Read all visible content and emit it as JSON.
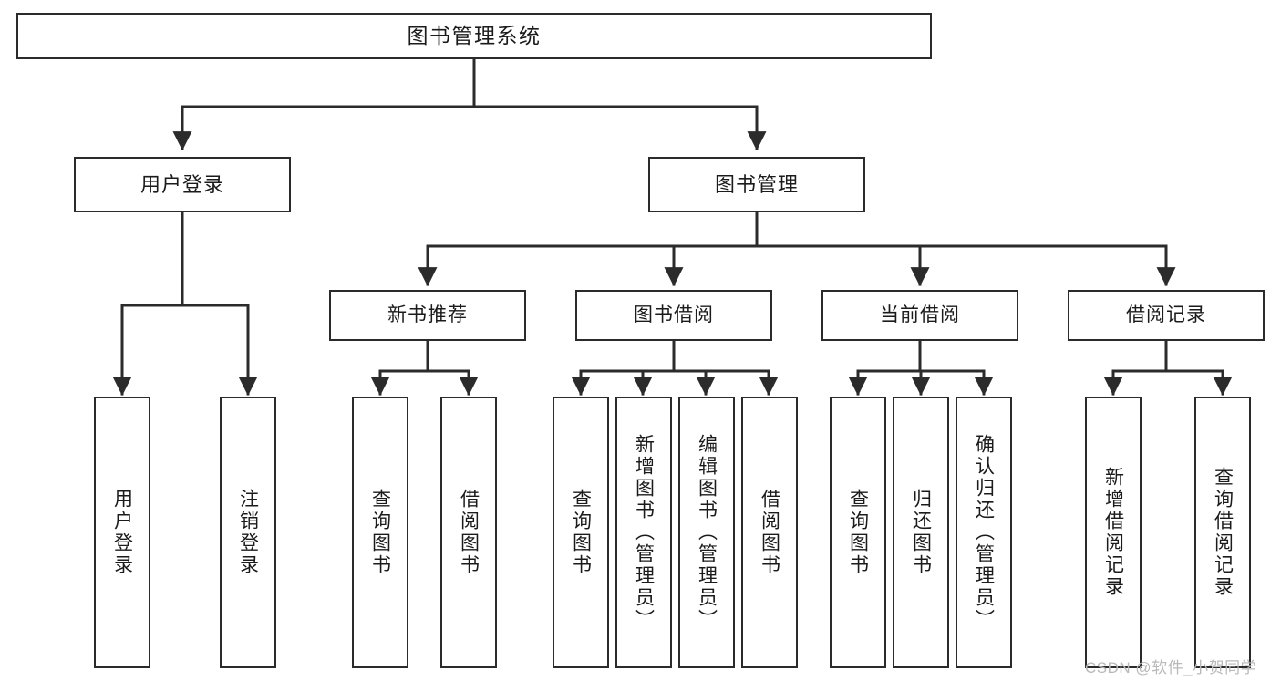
{
  "diagram": {
    "title": "图书管理系统",
    "type": "tree-hierarchy",
    "watermark": "CSDN @软件_小贺同学",
    "colors": {
      "stroke": "#2b2b2b",
      "fill": "#ffffff",
      "text": "#1b1b1b",
      "watermark": "#b9b9b9"
    },
    "nodes": {
      "root": {
        "label": "图书管理系统"
      },
      "level1": [
        {
          "id": "user-login",
          "label": "用户登录"
        },
        {
          "id": "book-management",
          "label": "图书管理"
        }
      ],
      "level2": [
        {
          "id": "new-book-recommend",
          "label": "新书推荐"
        },
        {
          "id": "book-borrow",
          "label": "图书借阅"
        },
        {
          "id": "current-borrow",
          "label": "当前借阅"
        },
        {
          "id": "borrow-record",
          "label": "借阅记录"
        }
      ],
      "leaves": {
        "user-login": [
          {
            "id": "leaf-user-login",
            "label": "用户登录"
          },
          {
            "id": "leaf-user-logout",
            "label": "注销登录"
          }
        ],
        "new-book-recommend": [
          {
            "id": "leaf-query-book-1",
            "label": "查询图书"
          },
          {
            "id": "leaf-borrow-book-1",
            "label": "借阅图书"
          }
        ],
        "book-borrow": [
          {
            "id": "leaf-query-book-2",
            "label": "查询图书"
          },
          {
            "id": "leaf-add-book-admin",
            "label": "新增图书（管理员）"
          },
          {
            "id": "leaf-edit-book-admin",
            "label": "编辑图书（管理员）"
          },
          {
            "id": "leaf-borrow-book-2",
            "label": "借阅图书"
          }
        ],
        "current-borrow": [
          {
            "id": "leaf-query-book-3",
            "label": "查询图书"
          },
          {
            "id": "leaf-return-book",
            "label": "归还图书"
          },
          {
            "id": "leaf-confirm-return-admin",
            "label": "确认归还（管理员）"
          }
        ],
        "borrow-record": [
          {
            "id": "leaf-add-borrow-record",
            "label": "新增借阅记录"
          },
          {
            "id": "leaf-query-borrow-record",
            "label": "查询借阅记录"
          }
        ]
      }
    }
  }
}
